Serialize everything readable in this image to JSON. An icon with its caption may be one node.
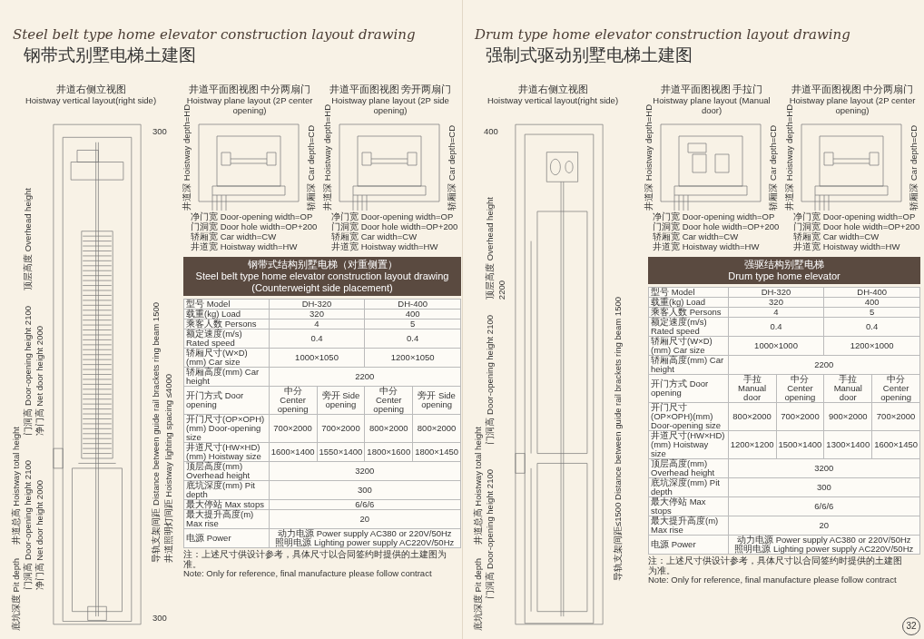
{
  "diagram": {
    "labels": [
      "Steel belt type home elevator construction layout drawing",
      "钢带式别墅电梯土建图",
      "井道右侧立视图",
      "Hoistway vertical layout(right side)",
      "井道总高 Hoistway total height",
      "顶层高度 Overhead height",
      "门洞高 Door-opening height 2100",
      "净门高 Net door height 2000",
      "门洞高 Door-opening height 2100",
      "净门高 Net door height 2000",
      "底坑深度 Pit depth",
      "300",
      "导轨支架间距 Distance between guide rail brackets ring beam 1500",
      "井道照明灯间距 Hoistway lighting spacing ≤4000",
      "300",
      "井道平面图视图 中分两扇门",
      "Hoistway plane layout (2P center opening)",
      "井道深 Hoistway depth=HD",
      "轿厢深 Car depth=CD",
      "净门宽 Door-opening width=OP",
      "门洞宽 Door hole width=OP+200",
      "轿厢宽 Car width=CW",
      "井道宽 Hoistway width=HW",
      "井道平面图视图 旁开两扇门",
      "Hoistway plane layout (2P side opening)",
      "井道深 Hoistway depth=HD",
      "轿厢深 Car depth=CD",
      "净门宽 Door-opening width=OP",
      "门洞宽 Door hole width=OP+200",
      "轿厢宽 Car width=CW",
      "井道宽 Hoistway width=HW",
      "钢带式结构别墅电梯（对重侧置）",
      "Steel belt type home elevator construction layout drawing (Counterweight side placement)",
      "型号 Model",
      "DH-320",
      "DH-400",
      "载重(kg) Load",
      "320",
      "400",
      "乘客人数 Persons",
      "4",
      "5",
      "额定速度(m/s) Rated speed",
      "0.4",
      "0.4",
      "轿厢尺寸(W×D)(mm) Car size",
      "1000×1050",
      "1200×1050",
      "轿厢高度(mm) Car height",
      "2200",
      "开门方式 Door opening",
      "中分 Center opening",
      "旁开 Side opening",
      "中分 Center opening",
      "旁开 Side opening",
      "开门尺寸(OP×OPH)(mm) Door-opening size",
      "700×2000",
      "700×2000",
      "800×2000",
      "800×2000",
      "井道尺寸(HW×HD)(mm) Hoistway size",
      "1600×1400",
      "1550×1400",
      "1800×1600",
      "1800×1450",
      "顶层高度(mm) Overhead height",
      "3200",
      "底坑深度(mm) Pit depth",
      "300",
      "最大停站 Max stops",
      "6/6/6",
      "最大提升高度(m) Max rise",
      "20",
      "电源 Power",
      "动力电源 Power supply AC380 or 220V/50Hz",
      "照明电源 Lighting power supply AC220V/50Hz",
      "注：上述尺寸供设计参考，具体尺寸以合同签约时提供的土建图为准。",
      "Note: Only for reference, final manufacture please follow contract",
      "Drum type home elevator construction layout drawing",
      "强制式驱动别墅电梯土建图",
      "井道右侧立视图",
      "Hoistway vertical layout(right side)",
      "400",
      "井道总高 Hoistway total height",
      "顶层高度 Overhead height",
      "2200",
      "门洞高 Door-opening height 2100",
      "门洞高 Door-opening height 2100",
      "导轨支架间距≤1500 Distance between guide rail brackets ring beam 1500",
      "底坑深度 Pit depth",
      "井道平面图视图 手拉门",
      "Hoistway plane layout (Manual door)",
      "井道深 Hoistway depth=HD",
      "轿厢深 Car depth=CD",
      "净门宽 Door-opening width=OP",
      "门洞宽 Door hole width=OP+200",
      "轿厢宽 Car width=CW",
      "井道宽 Hoistway width=HW",
      "井道平面图视图 中分两扇门",
      "Hoistway plane layout (2P center opening)",
      "井道深 Hoistway depth=HD",
      "轿厢深 Car depth=CD",
      "净门宽 Door-opening width=OP",
      "门洞宽 Door hole width=OP+200",
      "轿厢宽 Car width=CW",
      "井道宽 Hoistway width=HW",
      "强驱结构别墅电梯",
      "Drum type home elevator",
      "型号 Model",
      "DH-320",
      "DH-400",
      "载重(kg) Load",
      "320",
      "400",
      "乘客人数 Persons",
      "4",
      "5",
      "额定速度(m/s) Rated speed",
      "0.4",
      "0.4",
      "轿厢尺寸(W×D)(mm) Car size",
      "1000×1000",
      "1200×1000",
      "轿厢高度(mm) Car height",
      "2200",
      "开门方式 Door opening",
      "手拉 Manual door",
      "中分 Center opening",
      "手拉 Manual door",
      "中分 Center opening",
      "开门尺寸(OP×OPH)(mm) Door-opening size",
      "800×2000",
      "700×2000",
      "900×2000",
      "700×2000",
      "井道尺寸(HW×HD)(mm) Hoistway size",
      "1200×1200",
      "1500×1400",
      "1300×1400",
      "1600×1450",
      "顶层高度(mm) Overhead height",
      "3200",
      "底坑深度(mm) Pit depth",
      "300",
      "最大停站 Max stops",
      "6/6/6",
      "最大提升高度(m) Max rise",
      "20",
      "电源 Power",
      "动力电源 Power supply AC380 or 220V/50Hz",
      "照明电源 Lighting power supply AC220V/50Hz",
      "注：上述尺寸供设计参考，具体尺寸以合同签约时提供的土建图为准。",
      "Note: Only for reference, final manufacture please follow contract",
      "32"
    ]
  }
}
